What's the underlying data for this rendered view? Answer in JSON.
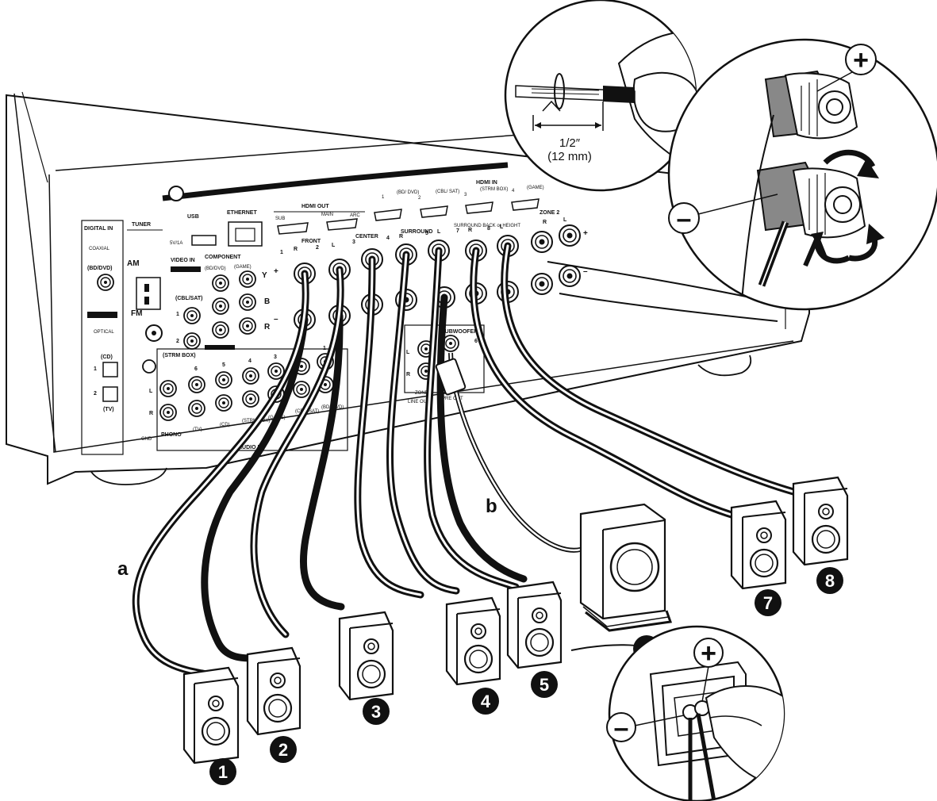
{
  "panel": {
    "digital_in": "DIGITAL IN",
    "coaxial": "COAXIAL",
    "bd_dvd": "(BD/DVD)",
    "optical": "OPTICAL",
    "cd": "(CD)",
    "tv": "(TV)",
    "tuner": "TUNER",
    "am": "AM",
    "fm": "FM",
    "usb": "USB",
    "usb_power": "5V/1A",
    "ethernet": "ETHERNET",
    "hdmi_out": "HDMI OUT",
    "sub": "SUB",
    "main": "MAIN",
    "arc": "ARC",
    "hdmi_in": "HDMI IN",
    "hdmi_in_inputs": [
      "1",
      "(BD/ DVD)",
      "2",
      "(CBL/ SAT)",
      "3",
      "(STRM BOX)",
      "4",
      "(GAME)"
    ],
    "zone2": "ZONE 2",
    "video_in": "VIDEO IN",
    "component": "COMPONENT",
    "cbl_sat": "(CBL/SAT)",
    "strm_box": "(STRM BOX)",
    "game": "(GAME)",
    "front": "FRONT",
    "center": "CENTER",
    "surround": "SURROUND",
    "surround_back": "SURROUND BACK or HEIGHT",
    "subwoofer": "SUBWOOFER",
    "zone": "ZONE",
    "line_out": "LINE OUT",
    "pre_out": "PRE OUT",
    "audio_in": "AUDIO IN",
    "phono": "PHONO",
    "gnd": "GND",
    "audio_inputs": [
      "6",
      "5",
      "4",
      "3",
      "2",
      "1"
    ],
    "audio_labels": [
      "(TV)",
      "(CD)",
      "(STRM BOX)",
      "(GAME)",
      "(CBL/ SAT)",
      "(BD/ DVD)"
    ],
    "r": "R",
    "l": "L",
    "y": "Y",
    "b": "B",
    "plus": "+",
    "minus": "–",
    "terminal_nums": [
      "1",
      "2",
      "3",
      "4",
      "5",
      "6",
      "7",
      "8"
    ]
  },
  "labels": {
    "cable_a": "a",
    "cable_b": "b",
    "strip_length": "1/2″",
    "strip_length_mm": "(12 mm)",
    "plus": "+",
    "minus": "–"
  },
  "speakers": [
    "1",
    "2",
    "3",
    "4",
    "5",
    "6",
    "7",
    "8"
  ]
}
